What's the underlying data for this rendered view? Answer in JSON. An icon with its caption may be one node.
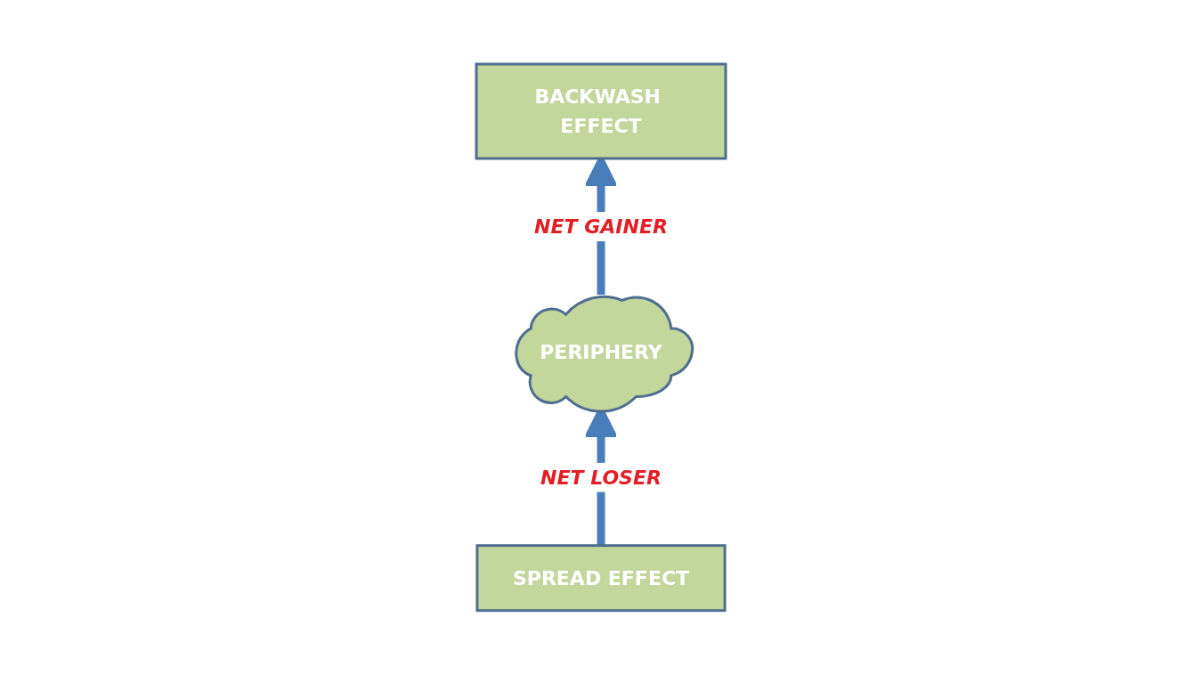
{
  "diagram": {
    "nodes": [
      {
        "text": [
          "PERIPHERY"
        ]
      },
      {
        "text": [
          "BACKWASH EFFECT"
        ]
      },
      {
        "text": [
          "SPREAD EFFECT"
        ]
      }
    ],
    "edges": [
      {
        "from": 0,
        "to": 1,
        "arrow": "to",
        "label": "NET GAINER"
      },
      {
        "from": 2,
        "to": 0,
        "arrow": "to",
        "label": "NET LOSER"
      }
    ]
  }
}
